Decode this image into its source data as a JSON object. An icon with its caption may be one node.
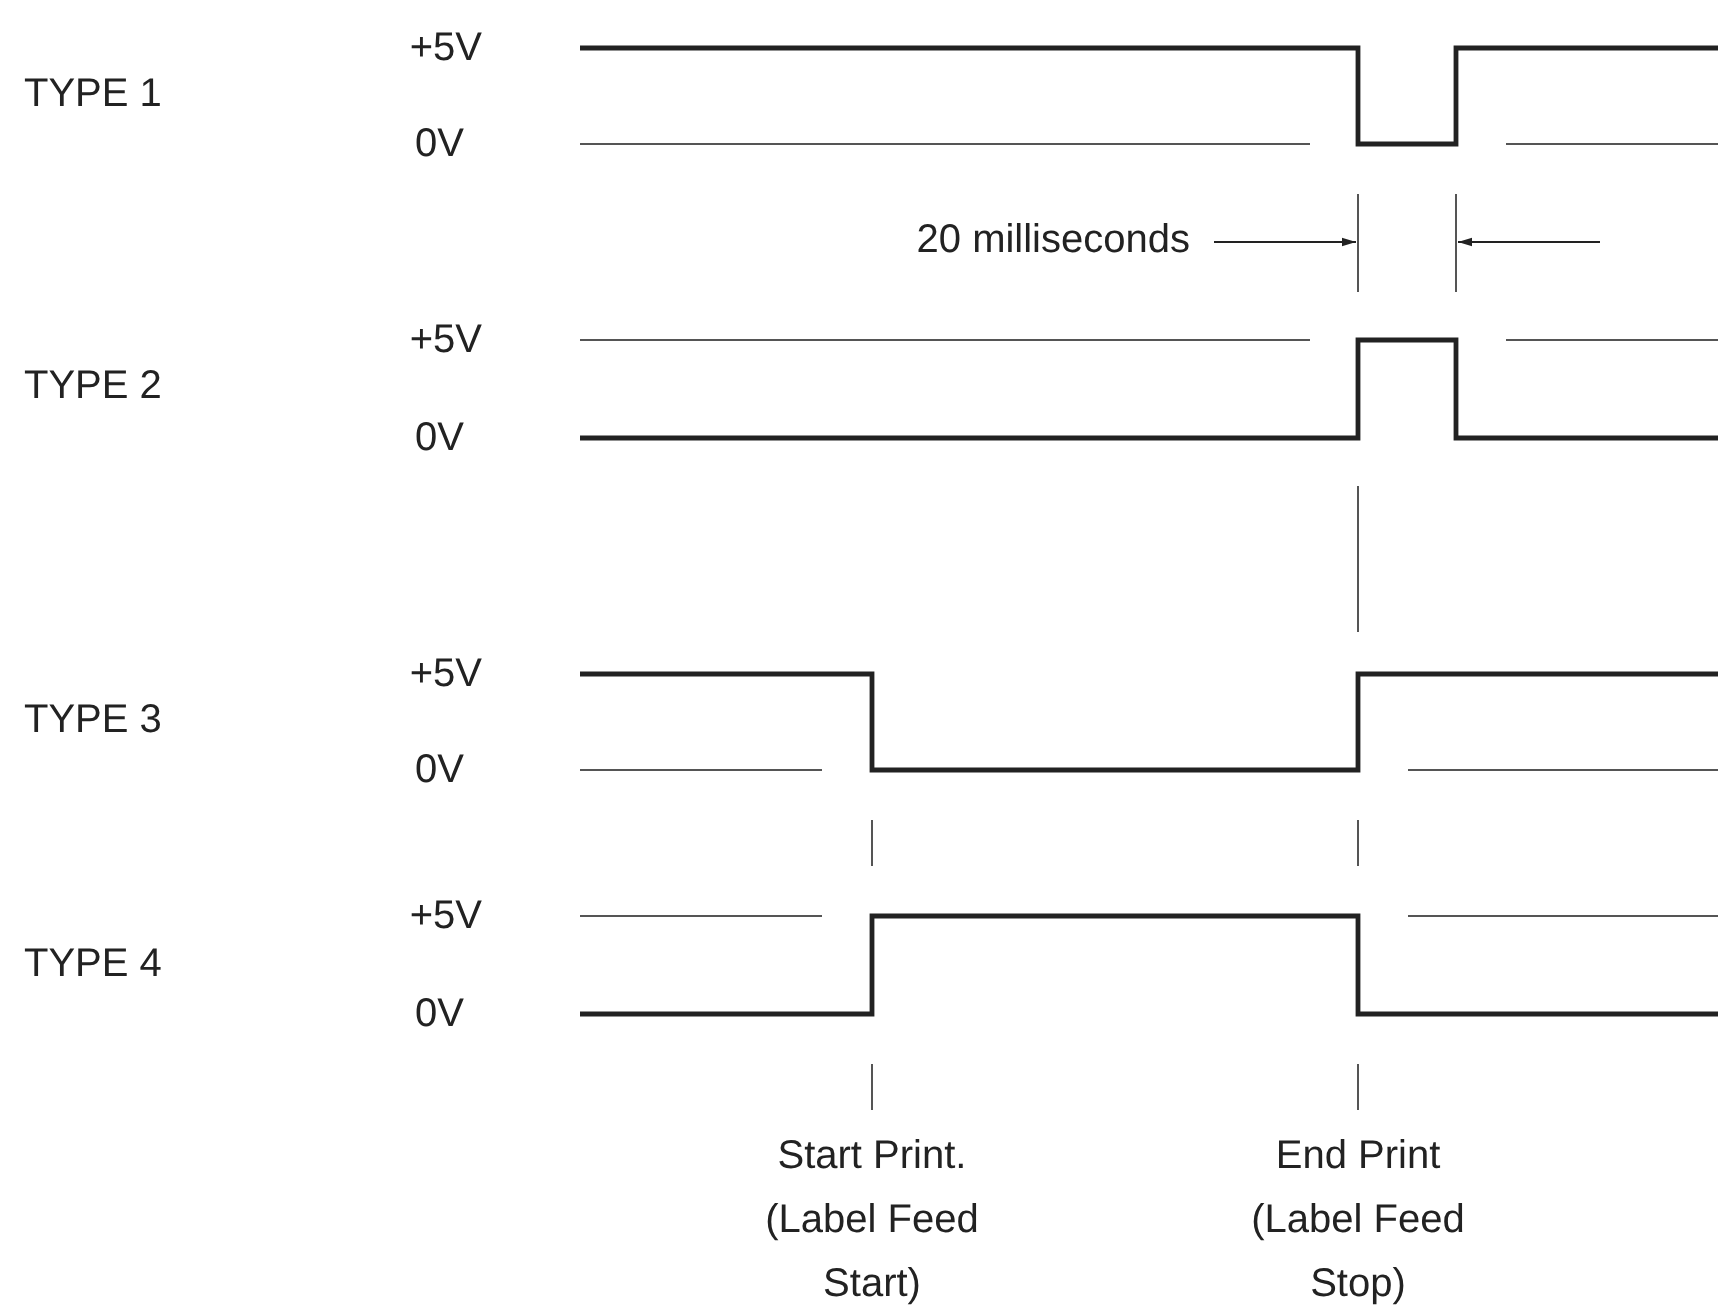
{
  "diagram": {
    "labels": [
      "+5V",
      "TYPE 1",
      "0V",
      "20 milliseconds",
      "+5V",
      "TYPE 2",
      "0V",
      "+5V",
      "TYPE 3",
      "0V",
      "+5V",
      "TYPE 4",
      "0V",
      "Start Print. (Label Feed Start)",
      "End Print (Label Feed Stop)"
    ]
  }
}
